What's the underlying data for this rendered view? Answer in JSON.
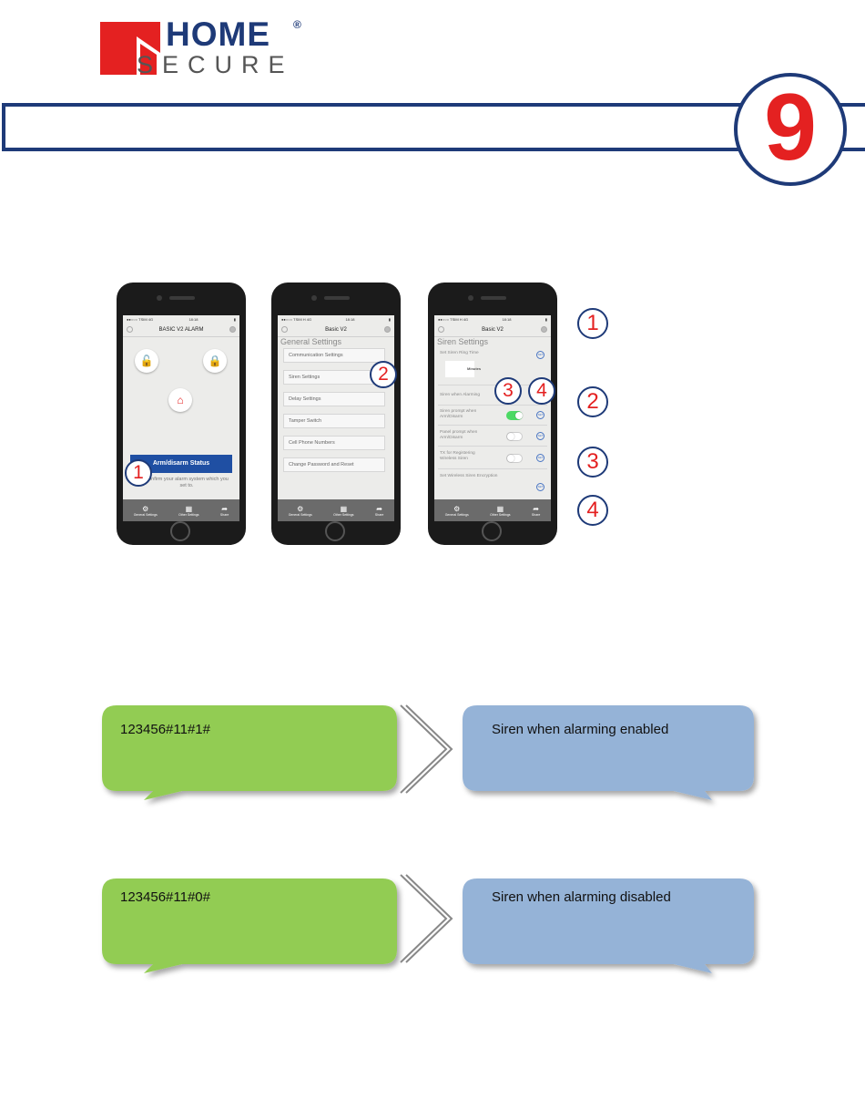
{
  "logo": {
    "home": "HOME",
    "registered": "®",
    "secure": "SECURE"
  },
  "step": {
    "number": "9"
  },
  "phones": {
    "phone1": {
      "status_left": "●●○○○ TSIM 4G",
      "status_time": "18:18",
      "title": "BASIC V2 ALARM",
      "status_button": "Arm/disarm Status",
      "hint": "Confirm your alarm system which you set to.",
      "tabs": [
        {
          "label": "General Settings"
        },
        {
          "label": "Other Settings"
        },
        {
          "label": "Share"
        }
      ]
    },
    "phone2": {
      "status_left": "●●○○○ TSIM H 4G",
      "status_time": "18:18",
      "title": "Basic V2",
      "section": "General Settings",
      "items": [
        "Communication Settings",
        "Siren Settings",
        "Delay Settings",
        "Tamper Switch",
        "Cell Phone Numbers",
        "Change Password and Reset"
      ],
      "tabs": [
        {
          "label": "General Settings"
        },
        {
          "label": "Other Settings"
        },
        {
          "label": "Share"
        }
      ]
    },
    "phone3": {
      "status_left": "●●○○○ TSIM H 4G",
      "status_time": "18:18",
      "title": "Basic V2",
      "section": "Siren Settings",
      "ring_time_label": "Set Siren Ring Time",
      "minutes_label": "Minutes",
      "siren_alarming_label": "Siren when Alarming",
      "siren_prompt_label": "Siren prompt when Arm/Disarm",
      "panel_prompt_label": "Panel prompt when Arm/Disarm",
      "tx_label": "TX for Registering Wireless Siren",
      "encryption_label": "Set Wireless Siren Encryption",
      "set_label": "SET",
      "tabs": [
        {
          "label": "General Settings"
        },
        {
          "label": "Other Settings"
        },
        {
          "label": "Share"
        }
      ]
    }
  },
  "callouts": {
    "phone1_marker": "1",
    "phone2_marker": "2",
    "phone3_marker_a": "3",
    "phone3_marker_b": "4",
    "legend": [
      "1",
      "2",
      "3",
      "4"
    ]
  },
  "commands": [
    {
      "sms": "123456#11#1#",
      "result": "Siren when alarming enabled"
    },
    {
      "sms": "123456#11#0#",
      "result": "Siren when alarming disabled"
    }
  ],
  "colors": {
    "brand_blue": "#1e3a78",
    "accent_red": "#e42121",
    "bubble_green": "#92cc52",
    "bubble_blue": "#95b3d7"
  }
}
